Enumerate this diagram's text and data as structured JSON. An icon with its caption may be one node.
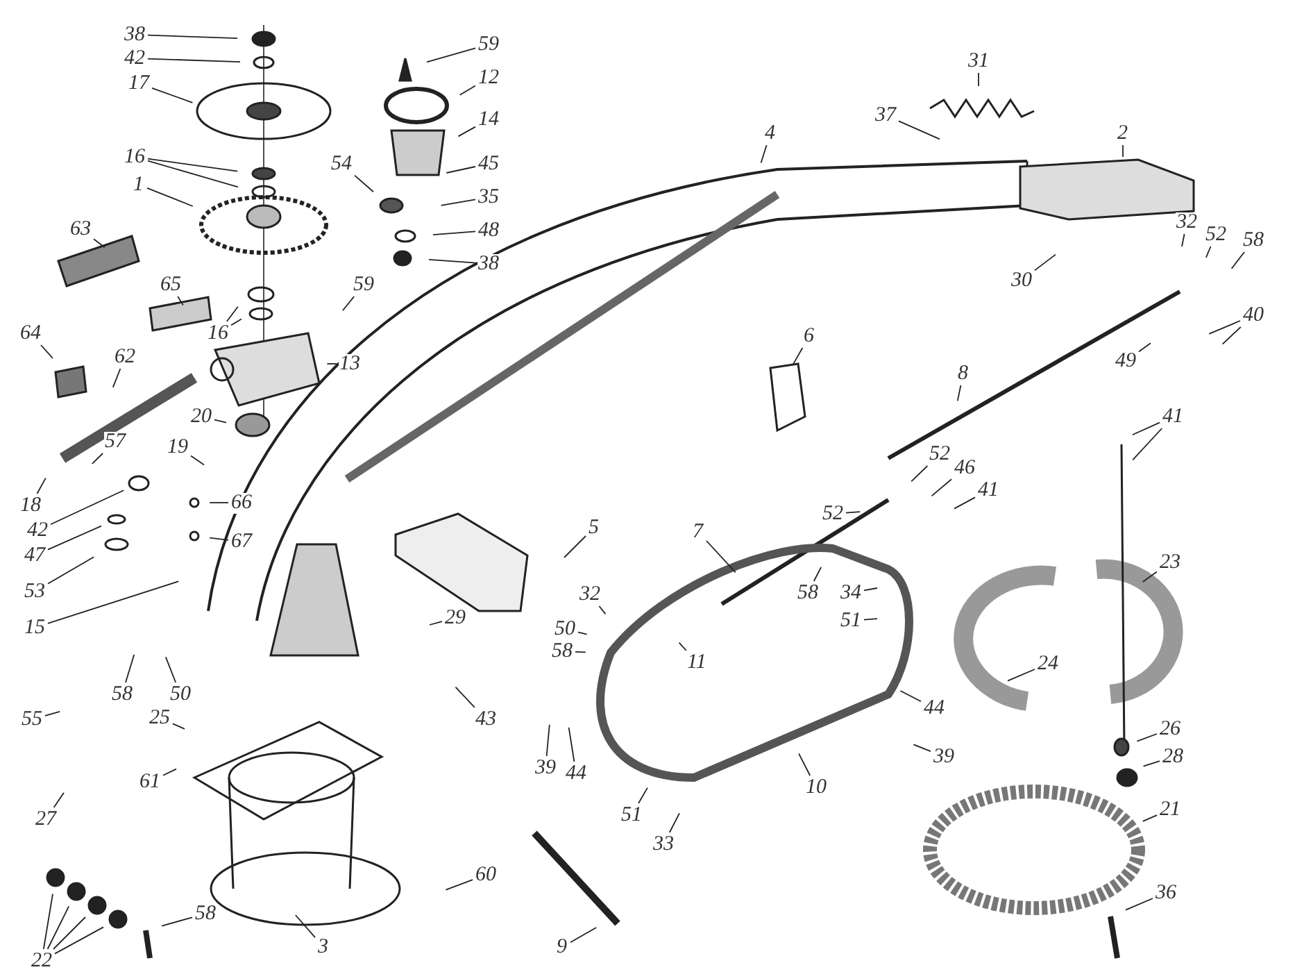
{
  "diagram": {
    "nodes": [
      {
        "text": [
          "38"
        ]
      },
      {
        "text": [
          "59"
        ]
      },
      {
        "text": [
          "31"
        ]
      },
      {
        "text": [
          "42"
        ]
      },
      {
        "text": [
          "12"
        ]
      },
      {
        "text": [
          "17"
        ]
      },
      {
        "text": [
          "14"
        ]
      },
      {
        "text": [
          "37"
        ]
      },
      {
        "text": [
          "4"
        ]
      },
      {
        "text": [
          "2"
        ]
      },
      {
        "text": [
          "16"
        ]
      },
      {
        "text": [
          "45"
        ]
      },
      {
        "text": [
          "54"
        ]
      },
      {
        "text": [
          "1"
        ]
      },
      {
        "text": [
          "35"
        ]
      },
      {
        "text": [
          "32"
        ]
      },
      {
        "text": [
          "63"
        ]
      },
      {
        "text": [
          "48"
        ]
      },
      {
        "text": [
          "52"
        ]
      },
      {
        "text": [
          "58"
        ]
      },
      {
        "text": [
          "38"
        ]
      },
      {
        "text": [
          "30"
        ]
      },
      {
        "text": [
          "65"
        ]
      },
      {
        "text": [
          "59"
        ]
      },
      {
        "text": [
          "13"
        ]
      },
      {
        "text": [
          "40"
        ]
      },
      {
        "text": [
          "16"
        ]
      },
      {
        "text": [
          "6"
        ]
      },
      {
        "text": [
          "64"
        ]
      },
      {
        "text": [
          "62"
        ]
      },
      {
        "text": [
          "49"
        ]
      },
      {
        "text": [
          "8"
        ]
      },
      {
        "text": [
          "20"
        ]
      },
      {
        "text": [
          "41"
        ]
      },
      {
        "text": [
          "57"
        ]
      },
      {
        "text": [
          "19"
        ]
      },
      {
        "text": [
          "52"
        ]
      },
      {
        "text": [
          "46"
        ]
      },
      {
        "text": [
          "41"
        ]
      },
      {
        "text": [
          "66"
        ]
      },
      {
        "text": [
          "18"
        ]
      },
      {
        "text": [
          "52"
        ]
      },
      {
        "text": [
          "42"
        ]
      },
      {
        "text": [
          "67"
        ]
      },
      {
        "text": [
          "7"
        ]
      },
      {
        "text": [
          "5"
        ]
      },
      {
        "text": [
          "47"
        ]
      },
      {
        "text": [
          "23"
        ]
      },
      {
        "text": [
          "53"
        ]
      },
      {
        "text": [
          "32"
        ]
      },
      {
        "text": [
          "58"
        ]
      },
      {
        "text": [
          "34"
        ]
      },
      {
        "text": [
          "29"
        ]
      },
      {
        "text": [
          "51"
        ]
      },
      {
        "text": [
          "15"
        ]
      },
      {
        "text": [
          "50"
        ]
      },
      {
        "text": [
          "58"
        ]
      },
      {
        "text": [
          "11"
        ]
      },
      {
        "text": [
          "24"
        ]
      },
      {
        "text": [
          "58"
        ]
      },
      {
        "text": [
          "50"
        ]
      },
      {
        "text": [
          "44"
        ]
      },
      {
        "text": [
          "25"
        ]
      },
      {
        "text": [
          "55"
        ]
      },
      {
        "text": [
          "43"
        ]
      },
      {
        "text": [
          "26"
        ]
      },
      {
        "text": [
          "39"
        ]
      },
      {
        "text": [
          "28"
        ]
      },
      {
        "text": [
          "39"
        ]
      },
      {
        "text": [
          "44"
        ]
      },
      {
        "text": [
          "61"
        ]
      },
      {
        "text": [
          "10"
        ]
      },
      {
        "text": [
          "21"
        ]
      },
      {
        "text": [
          "51"
        ]
      },
      {
        "text": [
          "27"
        ]
      },
      {
        "text": [
          "33"
        ]
      },
      {
        "text": [
          "60"
        ]
      },
      {
        "text": [
          "36"
        ]
      },
      {
        "text": [
          "58"
        ]
      },
      {
        "text": [
          "3"
        ]
      },
      {
        "text": [
          "9"
        ]
      },
      {
        "text": [
          "22"
        ]
      }
    ],
    "edges": [
      {
        "from": 0,
        "to": null,
        "arrow": "none"
      },
      {
        "from": 1,
        "to": null,
        "arrow": "none"
      },
      {
        "from": 2,
        "to": null,
        "arrow": "none"
      },
      {
        "from": 3,
        "to": null,
        "arrow": "none"
      },
      {
        "from": 4,
        "to": null,
        "arrow": "none"
      },
      {
        "from": 5,
        "to": null,
        "arrow": "none"
      },
      {
        "from": 6,
        "to": null,
        "arrow": "none"
      },
      {
        "from": 7,
        "to": null,
        "arrow": "none"
      },
      {
        "from": 8,
        "to": null,
        "arrow": "none"
      },
      {
        "from": 9,
        "to": null,
        "arrow": "none"
      },
      {
        "from": 10,
        "to": null,
        "arrow": "none"
      },
      {
        "from": 10,
        "to": null,
        "arrow": "none"
      },
      {
        "from": 11,
        "to": null,
        "arrow": "none"
      },
      {
        "from": 12,
        "to": null,
        "arrow": "none"
      },
      {
        "from": 13,
        "to": null,
        "arrow": "none"
      },
      {
        "from": 14,
        "to": null,
        "arrow": "none"
      },
      {
        "from": 15,
        "to": null,
        "arrow": "none"
      },
      {
        "from": 16,
        "to": null,
        "arrow": "none"
      },
      {
        "from": 17,
        "to": null,
        "arrow": "none"
      },
      {
        "from": 18,
        "to": null,
        "arrow": "none"
      },
      {
        "from": 19,
        "to": null,
        "arrow": "none"
      },
      {
        "from": 20,
        "to": null,
        "arrow": "none"
      },
      {
        "from": 21,
        "to": null,
        "arrow": "none"
      },
      {
        "from": 22,
        "to": null,
        "arrow": "none"
      },
      {
        "from": 23,
        "to": null,
        "arrow": "none"
      },
      {
        "from": 24,
        "to": null,
        "arrow": "none"
      },
      {
        "from": 25,
        "to": null,
        "arrow": "none"
      },
      {
        "from": 25,
        "to": null,
        "arrow": "none"
      },
      {
        "from": 26,
        "to": null,
        "arrow": "none"
      },
      {
        "from": 26,
        "to": null,
        "arrow": "none"
      },
      {
        "from": 27,
        "to": null,
        "arrow": "none"
      },
      {
        "from": 28,
        "to": null,
        "arrow": "none"
      },
      {
        "from": 29,
        "to": null,
        "arrow": "none"
      },
      {
        "from": 30,
        "to": null,
        "arrow": "none"
      },
      {
        "from": 31,
        "to": null,
        "arrow": "none"
      },
      {
        "from": 32,
        "to": null,
        "arrow": "none"
      },
      {
        "from": 33,
        "to": null,
        "arrow": "none"
      },
      {
        "from": 33,
        "to": null,
        "arrow": "none"
      },
      {
        "from": 34,
        "to": null,
        "arrow": "none"
      },
      {
        "from": 35,
        "to": null,
        "arrow": "none"
      },
      {
        "from": 36,
        "to": null,
        "arrow": "none"
      },
      {
        "from": 37,
        "to": null,
        "arrow": "none"
      },
      {
        "from": 38,
        "to": null,
        "arrow": "none"
      },
      {
        "from": 39,
        "to": null,
        "arrow": "none"
      },
      {
        "from": 40,
        "to": null,
        "arrow": "none"
      },
      {
        "from": 41,
        "to": null,
        "arrow": "none"
      },
      {
        "from": 42,
        "to": null,
        "arrow": "none"
      },
      {
        "from": 43,
        "to": null,
        "arrow": "none"
      },
      {
        "from": 44,
        "to": null,
        "arrow": "none"
      },
      {
        "from": 45,
        "to": null,
        "arrow": "none"
      },
      {
        "from": 46,
        "to": null,
        "arrow": "none"
      },
      {
        "from": 47,
        "to": null,
        "arrow": "none"
      },
      {
        "from": 48,
        "to": null,
        "arrow": "none"
      },
      {
        "from": 49,
        "to": null,
        "arrow": "none"
      },
      {
        "from": 50,
        "to": null,
        "arrow": "none"
      },
      {
        "from": 51,
        "to": null,
        "arrow": "none"
      },
      {
        "from": 52,
        "to": null,
        "arrow": "none"
      },
      {
        "from": 53,
        "to": null,
        "arrow": "none"
      },
      {
        "from": 54,
        "to": null,
        "arrow": "none"
      },
      {
        "from": 55,
        "to": null,
        "arrow": "none"
      },
      {
        "from": 56,
        "to": null,
        "arrow": "none"
      },
      {
        "from": 57,
        "to": null,
        "arrow": "none"
      },
      {
        "from": 58,
        "to": null,
        "arrow": "none"
      },
      {
        "from": 59,
        "to": null,
        "arrow": "none"
      },
      {
        "from": 60,
        "to": null,
        "arrow": "none"
      },
      {
        "from": 61,
        "to": null,
        "arrow": "none"
      },
      {
        "from": 62,
        "to": null,
        "arrow": "none"
      },
      {
        "from": 63,
        "to": null,
        "arrow": "none"
      },
      {
        "from": 64,
        "to": null,
        "arrow": "none"
      },
      {
        "from": 65,
        "to": null,
        "arrow": "none"
      },
      {
        "from": 66,
        "to": null,
        "arrow": "none"
      },
      {
        "from": 67,
        "to": null,
        "arrow": "none"
      },
      {
        "from": 68,
        "to": null,
        "arrow": "none"
      },
      {
        "from": 69,
        "to": null,
        "arrow": "none"
      },
      {
        "from": 70,
        "to": null,
        "arrow": "none"
      },
      {
        "from": 71,
        "to": null,
        "arrow": "none"
      },
      {
        "from": 72,
        "to": null,
        "arrow": "none"
      },
      {
        "from": 73,
        "to": null,
        "arrow": "none"
      },
      {
        "from": 74,
        "to": null,
        "arrow": "none"
      },
      {
        "from": 75,
        "to": null,
        "arrow": "none"
      },
      {
        "from": 76,
        "to": null,
        "arrow": "none"
      },
      {
        "from": 77,
        "to": null,
        "arrow": "none"
      },
      {
        "from": 78,
        "to": null,
        "arrow": "none"
      },
      {
        "from": 79,
        "to": null,
        "arrow": "none"
      },
      {
        "from": 80,
        "to": null,
        "arrow": "none"
      },
      {
        "from": 81,
        "to": null,
        "arrow": "none"
      },
      {
        "from": 81,
        "to": null,
        "arrow": "none"
      },
      {
        "from": 81,
        "to": null,
        "arrow": "none"
      },
      {
        "from": 81,
        "to": null,
        "arrow": "none"
      }
    ]
  }
}
